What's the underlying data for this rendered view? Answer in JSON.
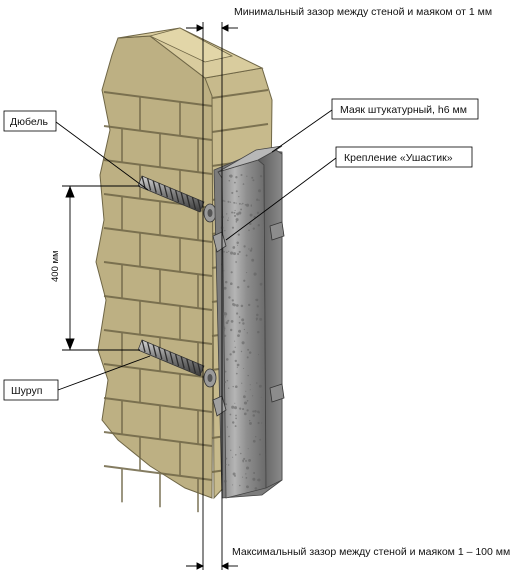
{
  "labels": {
    "min_gap": "Минимальный зазор между стеной и маяком от 1 мм",
    "beacon": "Маяк штукатурный, h6 мм",
    "fastening": "Крепление «Ушастик»",
    "dowel": "Дюбель",
    "spacing": "400 мм",
    "screw": "Шуруп",
    "max_gap": "Максимальный зазор между стеной и маяком 1 – 100 мм"
  },
  "colors": {
    "brick": "#cbbe91",
    "brick_dark": "#a89c6c",
    "brick_top": "#d9cc9e",
    "mortar": "#6f6646",
    "metal": "#9c9c9c",
    "metal_dark": "#6c6c6c",
    "metal_light": "#c8c8c8",
    "line": "#000000"
  }
}
